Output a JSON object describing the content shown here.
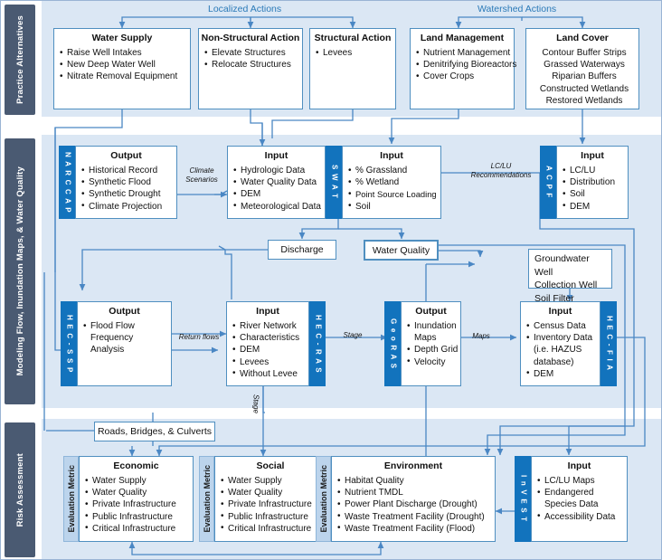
{
  "sections": [
    {
      "id": "practice-alternatives",
      "label": "Practice Alternatives"
    },
    {
      "id": "modeling",
      "label": "Modeling Flow, Inundation Maps, &  Water Quality"
    },
    {
      "id": "risk-assessment",
      "label": "Risk Assessment"
    }
  ],
  "captions": {
    "localized": "Localized Actions",
    "watershed": "Watershed Actions"
  },
  "practice_boxes": [
    {
      "title": "Water Supply",
      "items": [
        "Raise Well Intakes",
        "New Deep Water Well",
        "Nitrate Removal Equipment"
      ],
      "bullets": true
    },
    {
      "title": "Non-Structural Action",
      "items": [
        "Elevate Structures",
        "Relocate Structures"
      ],
      "bullets": "first"
    },
    {
      "title": "Structural Action",
      "items": [
        "Levees"
      ],
      "bullets": true
    },
    {
      "title": "Land Management",
      "items": [
        "Nutrient Management",
        "Denitrifying Bioreactors",
        "Cover Crops"
      ],
      "bullets": true
    },
    {
      "title": "Land Cover",
      "items": [
        "Contour Buffer Strips",
        "Grassed Waterways",
        "Riparian Buffers",
        "Constructed Wetlands",
        "Restored Wetlands"
      ],
      "bullets": false
    }
  ],
  "models": {
    "narccap": "N A R C C A P",
    "swat": "S W A T",
    "acpf": "A C P F",
    "hec_ssp": "H E C - S S P",
    "hec_ras": "H E C - R A S",
    "georas": "G e o R A S",
    "hec_fia": "H E C - F I A",
    "invest": "I n V E S T"
  },
  "modeling_boxes": {
    "narccap_output": {
      "title": "Output",
      "items": [
        "Historical Record",
        "Synthetic Flood",
        "Synthetic Drought",
        "Climate Projection"
      ]
    },
    "swat_input_left": {
      "title": "Input",
      "items": [
        "Hydrologic Data",
        "Water Quality Data",
        "DEM",
        "Meteorological Data"
      ]
    },
    "swat_input_right": {
      "title": "Input",
      "items": [
        "% Grassland",
        "% Wetland",
        "Point Source Loading",
        "Soil"
      ]
    },
    "acpf_input": {
      "title": "Input",
      "items": [
        "LC/LU",
        "Distribution",
        "Soil",
        "DEM"
      ]
    },
    "hecssp_output": {
      "title": "Output",
      "items": [
        "Flood Flow Frequency Analysis"
      ]
    },
    "hecras_input": {
      "title": "Input",
      "items": [
        "River Network",
        "Characteristics",
        "DEM",
        "Levees",
        "Without Levee"
      ]
    },
    "georas_output": {
      "title": "Output",
      "items": [
        "Inundation Maps",
        "Depth Grid",
        "Velocity"
      ]
    },
    "hecfia_input": {
      "title": "Input",
      "items": [
        "Census Data",
        "Inventory Data (i.e. HAZUS database)",
        "DEM"
      ]
    }
  },
  "nodes": {
    "discharge": "Discharge",
    "water_quality": "Water Quality",
    "wells": "Groundwater Well\nCollection Well\nSoil Filter",
    "wells_lines": [
      "Groundwater Well",
      "Collection Well",
      "Soil Filter"
    ],
    "roads": "Roads, Bridges, & Culverts"
  },
  "edge_labels": {
    "climate_scenarios": "Climate\nScenarios",
    "climate_scenarios_l1": "Climate",
    "climate_scenarios_l2": "Scenarios",
    "lclu_rec_l1": "LC/LU",
    "lclu_rec_l2": "Recommendations",
    "return_flows": "Return flows",
    "stage1": "Stage",
    "stage2": "Stage",
    "maps": "Maps"
  },
  "risk": {
    "metric_label": "Evaluation Metric",
    "boxes": [
      {
        "title": "Economic",
        "items": [
          "Water Supply",
          "Water Quality",
          "Private Infrastructure",
          "Public Infrastructure",
          "Critical Infrastructure"
        ]
      },
      {
        "title": "Social",
        "items": [
          "Water Supply",
          "Water Quality",
          "Private Infrastructure",
          "Public Infrastructure",
          "Critical Infrastructure"
        ]
      },
      {
        "title": "Environment",
        "items": [
          "Habitat Quality",
          "Nutrient TMDL",
          "Power Plant Discharge (Drought)",
          "Waste Treatment Facility (Drought)",
          "Waste Treatment Facility (Flood)"
        ]
      }
    ],
    "invest_input": {
      "title": "Input",
      "items": [
        "LC/LU Maps",
        "Endangered Species Data",
        "Accessibility Data"
      ]
    }
  },
  "colors": {
    "band_bg": "#dbe7f4",
    "section_tab": "#4a5a72",
    "model_tab": "#1273bd",
    "metric_strip": "#bcd4ec",
    "box_border": "#4f8fc0",
    "wire": "#4a87c4",
    "caption_text": "#2b7ab8"
  }
}
